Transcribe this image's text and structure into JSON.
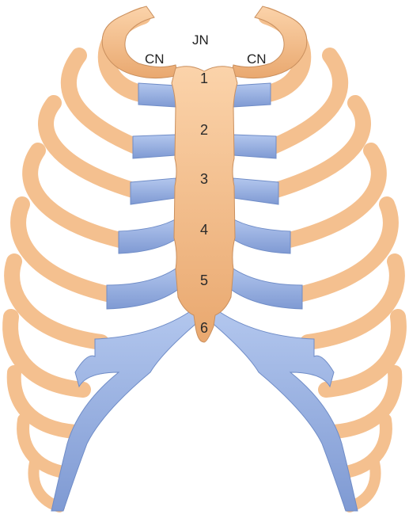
{
  "labels": {
    "jugular_notch": "JN",
    "clavicular_notch_left": "CN",
    "clavicular_notch_right": "CN"
  },
  "sternum_numbers": [
    "1",
    "2",
    "3",
    "4",
    "5",
    "6"
  ],
  "colors": {
    "bone": "#F4C08F",
    "bone_edge": "#C98F5E",
    "cartilage": "#9CB5E4",
    "cartilage_edge": "#6F8CC7",
    "background": "#FFFFFF"
  }
}
